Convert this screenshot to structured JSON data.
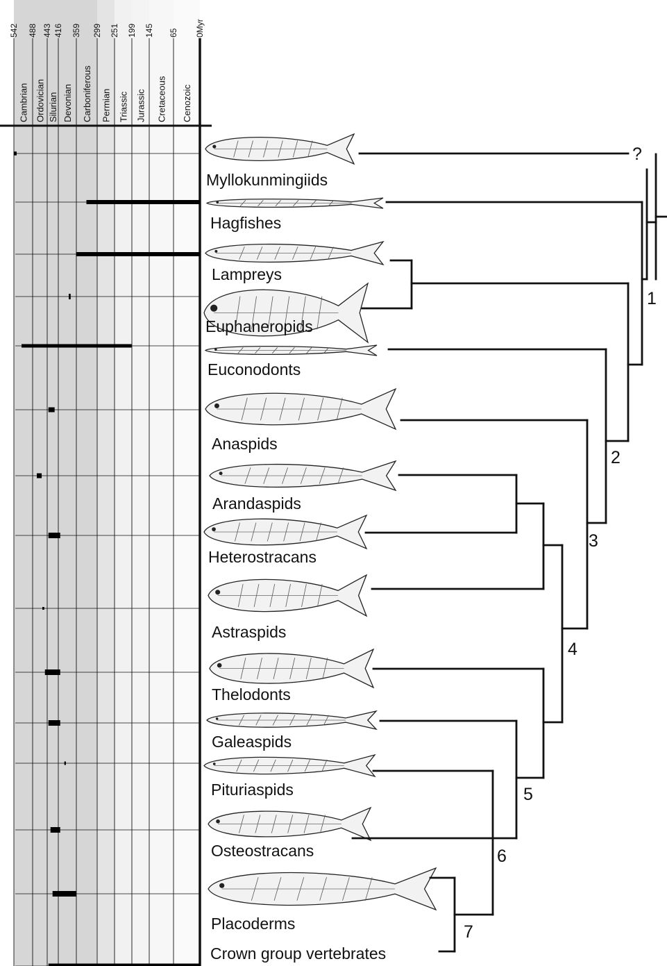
{
  "timescale": {
    "ages": [
      "542",
      "488",
      "443",
      "416",
      "359",
      "299",
      "251",
      "199",
      "145",
      "65",
      "0Myr"
    ],
    "periods": [
      "Cambrian",
      "Ordovician",
      "Silurian",
      "Devonian",
      "Carboniferous",
      "Permian",
      "Triassic",
      "Jurassic",
      "Cretaceous",
      "Cenozoic"
    ],
    "shading": [
      "#d6d6d6",
      "#d6d6d6",
      "#d6d6d6",
      "#d6d6d6",
      "#d6d6d6",
      "#e4e4e4",
      "#f1f1f1",
      "#f4f4f4",
      "#f7f7f7",
      "#fafafa"
    ]
  },
  "taxa": [
    {
      "label": "Myllokunmingiids",
      "range": [
        542,
        534
      ],
      "icon": "fish-silhouette-icon"
    },
    {
      "label": "Hagfishes",
      "range": [
        330,
        0
      ],
      "icon": "fish-silhouette-icon"
    },
    {
      "label": "Lampreys",
      "range": [
        360,
        0
      ],
      "icon": "fish-silhouette-icon"
    },
    {
      "label": "Euphaneropids",
      "range": [
        383,
        377
      ],
      "icon": "fish-silhouette-icon"
    },
    {
      "label": "Euconodonts",
      "range": [
        520,
        200
      ],
      "icon": "fish-silhouette-icon"
    },
    {
      "label": "Anaspids",
      "range": [
        440,
        425
      ],
      "icon": "fish-silhouette-icon"
    },
    {
      "label": "Arandaspids",
      "range": [
        475,
        460
      ],
      "icon": "fish-silhouette-icon"
    },
    {
      "label": "Heterostracans",
      "range": [
        440,
        410
      ],
      "icon": "fish-silhouette-icon"
    },
    {
      "label": "Astraspids",
      "range": [
        458,
        452
      ],
      "icon": "fish-silhouette-icon"
    },
    {
      "label": "Thelodonts",
      "range": [
        450,
        410
      ],
      "icon": "fish-silhouette-icon"
    },
    {
      "label": "Galeaspids",
      "range": [
        440,
        410
      ],
      "icon": "fish-silhouette-icon"
    },
    {
      "label": "Pituriaspids",
      "range": [
        397,
        392
      ],
      "icon": "fish-silhouette-icon"
    },
    {
      "label": "Osteostracans",
      "range": [
        435,
        410
      ],
      "icon": "fish-silhouette-icon"
    },
    {
      "label": "Placoderms",
      "range": [
        430,
        360
      ],
      "icon": "fish-silhouette-icon"
    },
    {
      "label": "Crown group vertebrates",
      "range": [
        440,
        0
      ],
      "icon": ""
    }
  ],
  "nodes": [
    "1",
    "2",
    "3",
    "4",
    "5",
    "6",
    "7"
  ],
  "uncertain_mark": "?"
}
